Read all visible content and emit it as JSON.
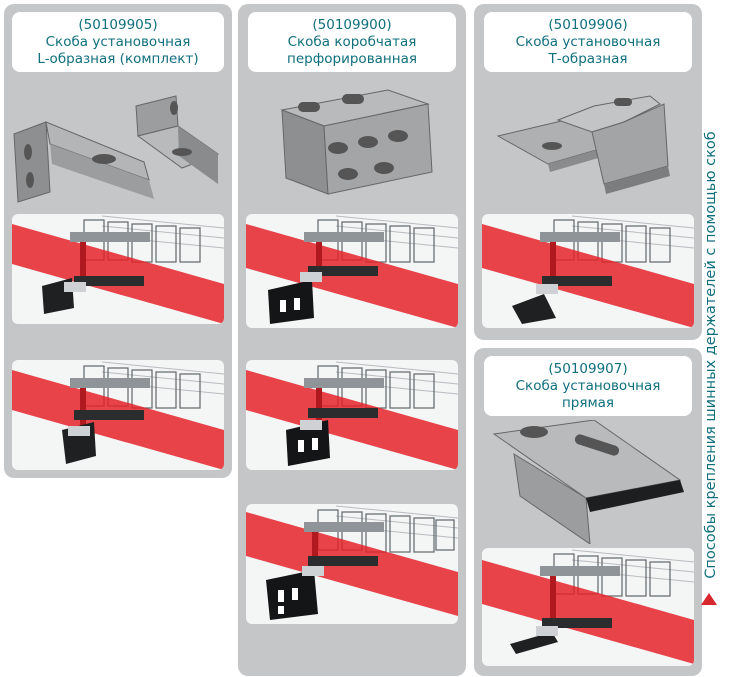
{
  "side_caption": "Способы крепления шинных держателей с помощью скоб",
  "colors": {
    "accent_text": "#0f6f7c",
    "busbar_red": "#e4232a",
    "column_gray": "#c5c6c8"
  },
  "items": [
    {
      "code": "(50109905)",
      "line1": "Скоба установочная",
      "line2": "L-образная (комплект)",
      "photo": "l-shaped-bracket-kit",
      "scenes": [
        "mounting-scene-l-bracket",
        "mounting-scene-l-bracket-alt"
      ]
    },
    {
      "code": "(50109900)",
      "line1": "Скоба коробчатая",
      "line2": "перфорированная",
      "photo": "box-perforated-bracket",
      "scenes": [
        "mounting-scene-box-bracket",
        "mounting-scene-box-bracket-alt",
        "mounting-scene-box-bracket-alt2"
      ]
    },
    {
      "code": "(50109906)",
      "line1": "Скоба установочная",
      "line2": "Т-образная",
      "photo": "t-shaped-bracket",
      "scenes": [
        "mounting-scene-t-bracket"
      ]
    },
    {
      "code": "(50109907)",
      "line1": "Скоба установочная",
      "line2": "прямая",
      "photo": "straight-bracket",
      "scenes": [
        "mounting-scene-straight-bracket"
      ]
    }
  ]
}
